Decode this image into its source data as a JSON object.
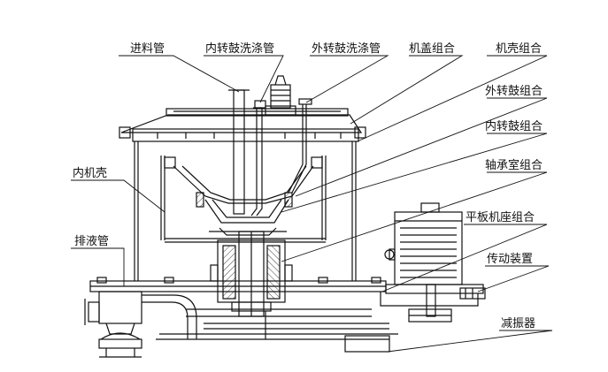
{
  "labels": {
    "feed_pipe": "进料管",
    "inner_drum_wash_pipe": "内转鼓洗涤管",
    "outer_drum_wash_pipe": "外转鼓洗涤管",
    "lid_assembly": "机盖组合",
    "casing_assembly": "机壳组合",
    "outer_drum_assembly": "外转鼓组合",
    "inner_drum_assembly": "内转鼓组合",
    "bearing_housing_assembly": "轴承室组合",
    "flat_base_assembly": "平板机座组合",
    "transmission_device": "传动装置",
    "damper": "减振器",
    "inner_casing": "内机壳",
    "discharge_pipe": "排液管"
  },
  "colors": {
    "line": "#111111",
    "hatch": "#444444",
    "background": "#ffffff"
  }
}
